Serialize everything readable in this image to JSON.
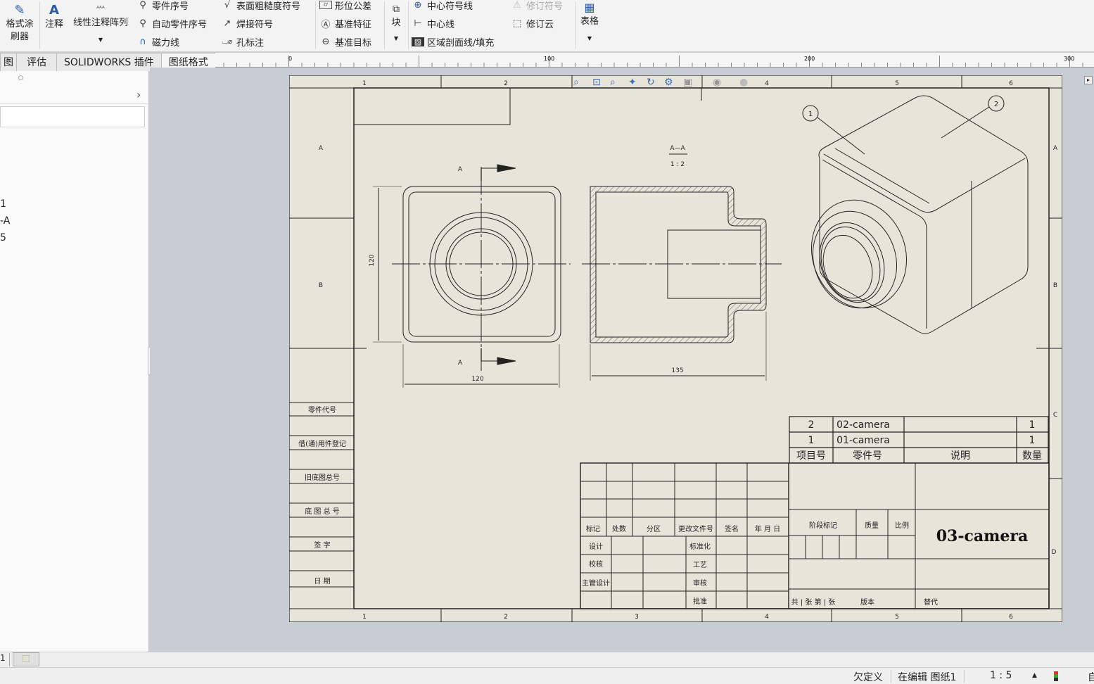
{
  "ribbon": {
    "format_painter": "格式涂\n刷器",
    "note": "注释",
    "linear_note_pattern": "线性注释阵列",
    "balloon": "零件序号",
    "auto_balloon": "自动零件序号",
    "magnetic_line": "磁力线",
    "surface_finish": "表面粗糙度符号",
    "weld_symbol": "焊接符号",
    "hole_callout": "孔标注",
    "geometric_tolerance": "形位公差",
    "datum_feature": "基准特征",
    "datum_target": "基准目标",
    "block": "块",
    "center_mark": "中心符号线",
    "centerline": "中心线",
    "area_hatch": "区域剖面线/填充",
    "revision_symbol": "修订符号",
    "revision_cloud": "修订云",
    "table": "表格"
  },
  "tabs": [
    "图",
    "评估",
    "SOLIDWORKS 插件",
    "图纸格式"
  ],
  "left_pane": {
    "items": [
      "1",
      "-A",
      "5"
    ]
  },
  "ruler": {
    "labels": [
      "0",
      "100",
      "200",
      "300"
    ]
  },
  "sheet": {
    "zone_cols": [
      "1",
      "2",
      "3",
      "4",
      "5",
      "6"
    ],
    "zone_rows": [
      "A",
      "B",
      "C",
      "D"
    ],
    "section_label": "A—A",
    "section_scale": "1 : 2",
    "cut_letter": "A",
    "dim_height": "120",
    "dim_width": "120",
    "dim_length": "135",
    "balloons": [
      "1",
      "2"
    ],
    "left_block": [
      "零件代号",
      "借(通)用件登记",
      "旧底图总号",
      "底 图 总 号",
      "签    字",
      "日    期"
    ],
    "bom": {
      "headers": [
        "项目号",
        "零件号",
        "说明",
        "数量"
      ],
      "rows": [
        [
          "2",
          "02-camera",
          "",
          "1"
        ],
        [
          "1",
          "01-camera",
          "",
          "1"
        ]
      ]
    },
    "title_block": {
      "rev_headers": [
        "标记",
        "处数",
        "分区",
        "更改文件号",
        "签名",
        "年 月 日"
      ],
      "roles_left": [
        "设计",
        "校核",
        "主管设计"
      ],
      "roles_right": [
        "标准化",
        "工艺",
        "审核",
        "批准"
      ],
      "stage": "阶段标记",
      "mass": "质量",
      "scale": "比例",
      "drawing_name": "03-camera",
      "sheets": "共 | 张  第 | 张",
      "version": "版本",
      "replace": "替代"
    }
  },
  "bottom_tab": "1",
  "status": {
    "defined": "欠定义",
    "editing": "在编辑 图纸1",
    "scale": "1 : 5",
    "custom": "自"
  }
}
